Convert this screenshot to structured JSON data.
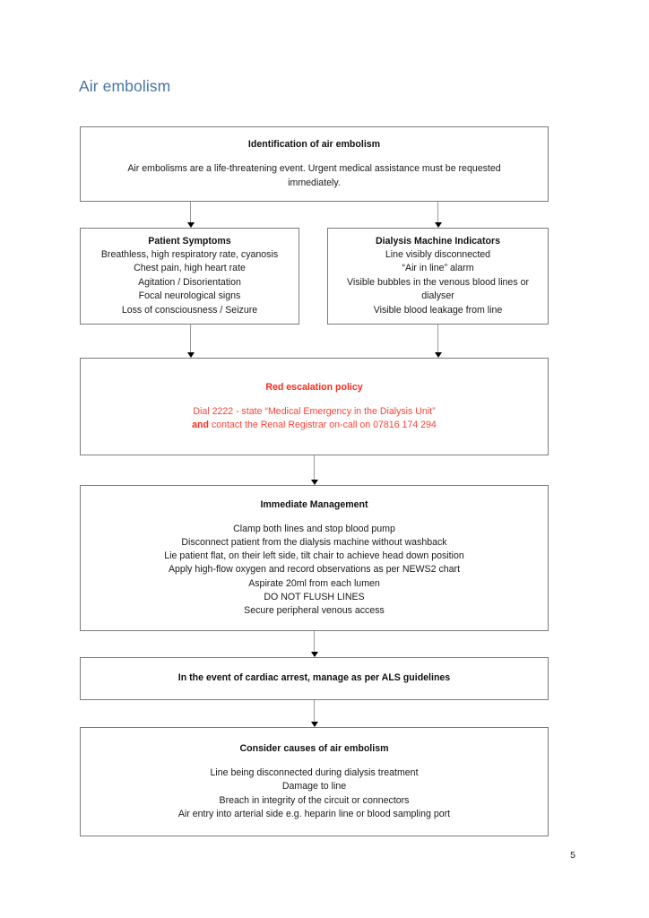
{
  "document": {
    "heading": "Air embolism",
    "page_number": "5",
    "heading_color": "#4a74a8",
    "alert_color": "#ff2a1c",
    "border_color": "#7b7b7b"
  },
  "flowchart": {
    "type": "flowchart",
    "nodes": [
      {
        "id": "identification",
        "title": "Identification of air embolism",
        "lines": [
          "Air embolisms are a life-threatening event. Urgent medical assistance must be requested",
          "immediately."
        ]
      },
      {
        "id": "symptoms",
        "title": "Patient Symptoms",
        "lines": [
          "Breathless, high respiratory rate, cyanosis",
          "Chest pain, high heart rate",
          "Agitation / Disorientation",
          "Focal neurological signs",
          "Loss of consciousness / Seizure"
        ]
      },
      {
        "id": "indicators",
        "title": "Dialysis Machine Indicators",
        "lines": [
          "Line visibly disconnected",
          "“Air in line” alarm",
          "Visible bubbles in the venous blood lines or",
          "dialyser",
          "Visible blood leakage from line"
        ]
      },
      {
        "id": "escalation",
        "title": "Red escalation policy",
        "lines": [
          "Dial 2222 - state “Medical Emergency in the Dialysis Unit”"
        ],
        "emphasis_line": {
          "bold_prefix": "and",
          "rest": " contact the Renal Registrar on-call on 07816 174 294"
        }
      },
      {
        "id": "immediate",
        "title": "Immediate Management",
        "lines": [
          "Clamp both lines and stop blood pump",
          "Disconnect patient from the dialysis machine without washback",
          "Lie patient flat, on their left side, tilt chair to achieve head down position",
          "Apply high-flow oxygen and record observations as per NEWS2 chart",
          "Aspirate 20ml from each lumen",
          "DO NOT FLUSH LINES",
          "Secure peripheral venous access"
        ]
      },
      {
        "id": "arrest",
        "title": "In the event of cardiac arrest, manage as per ALS guidelines",
        "lines": []
      },
      {
        "id": "causes",
        "title": "Consider causes of air embolism",
        "lines": [
          "Line being disconnected during dialysis treatment",
          "Damage to line",
          "Breach in integrity of the circuit or connectors",
          "Air entry into arterial side e.g. heparin line or blood sampling port"
        ]
      }
    ]
  }
}
